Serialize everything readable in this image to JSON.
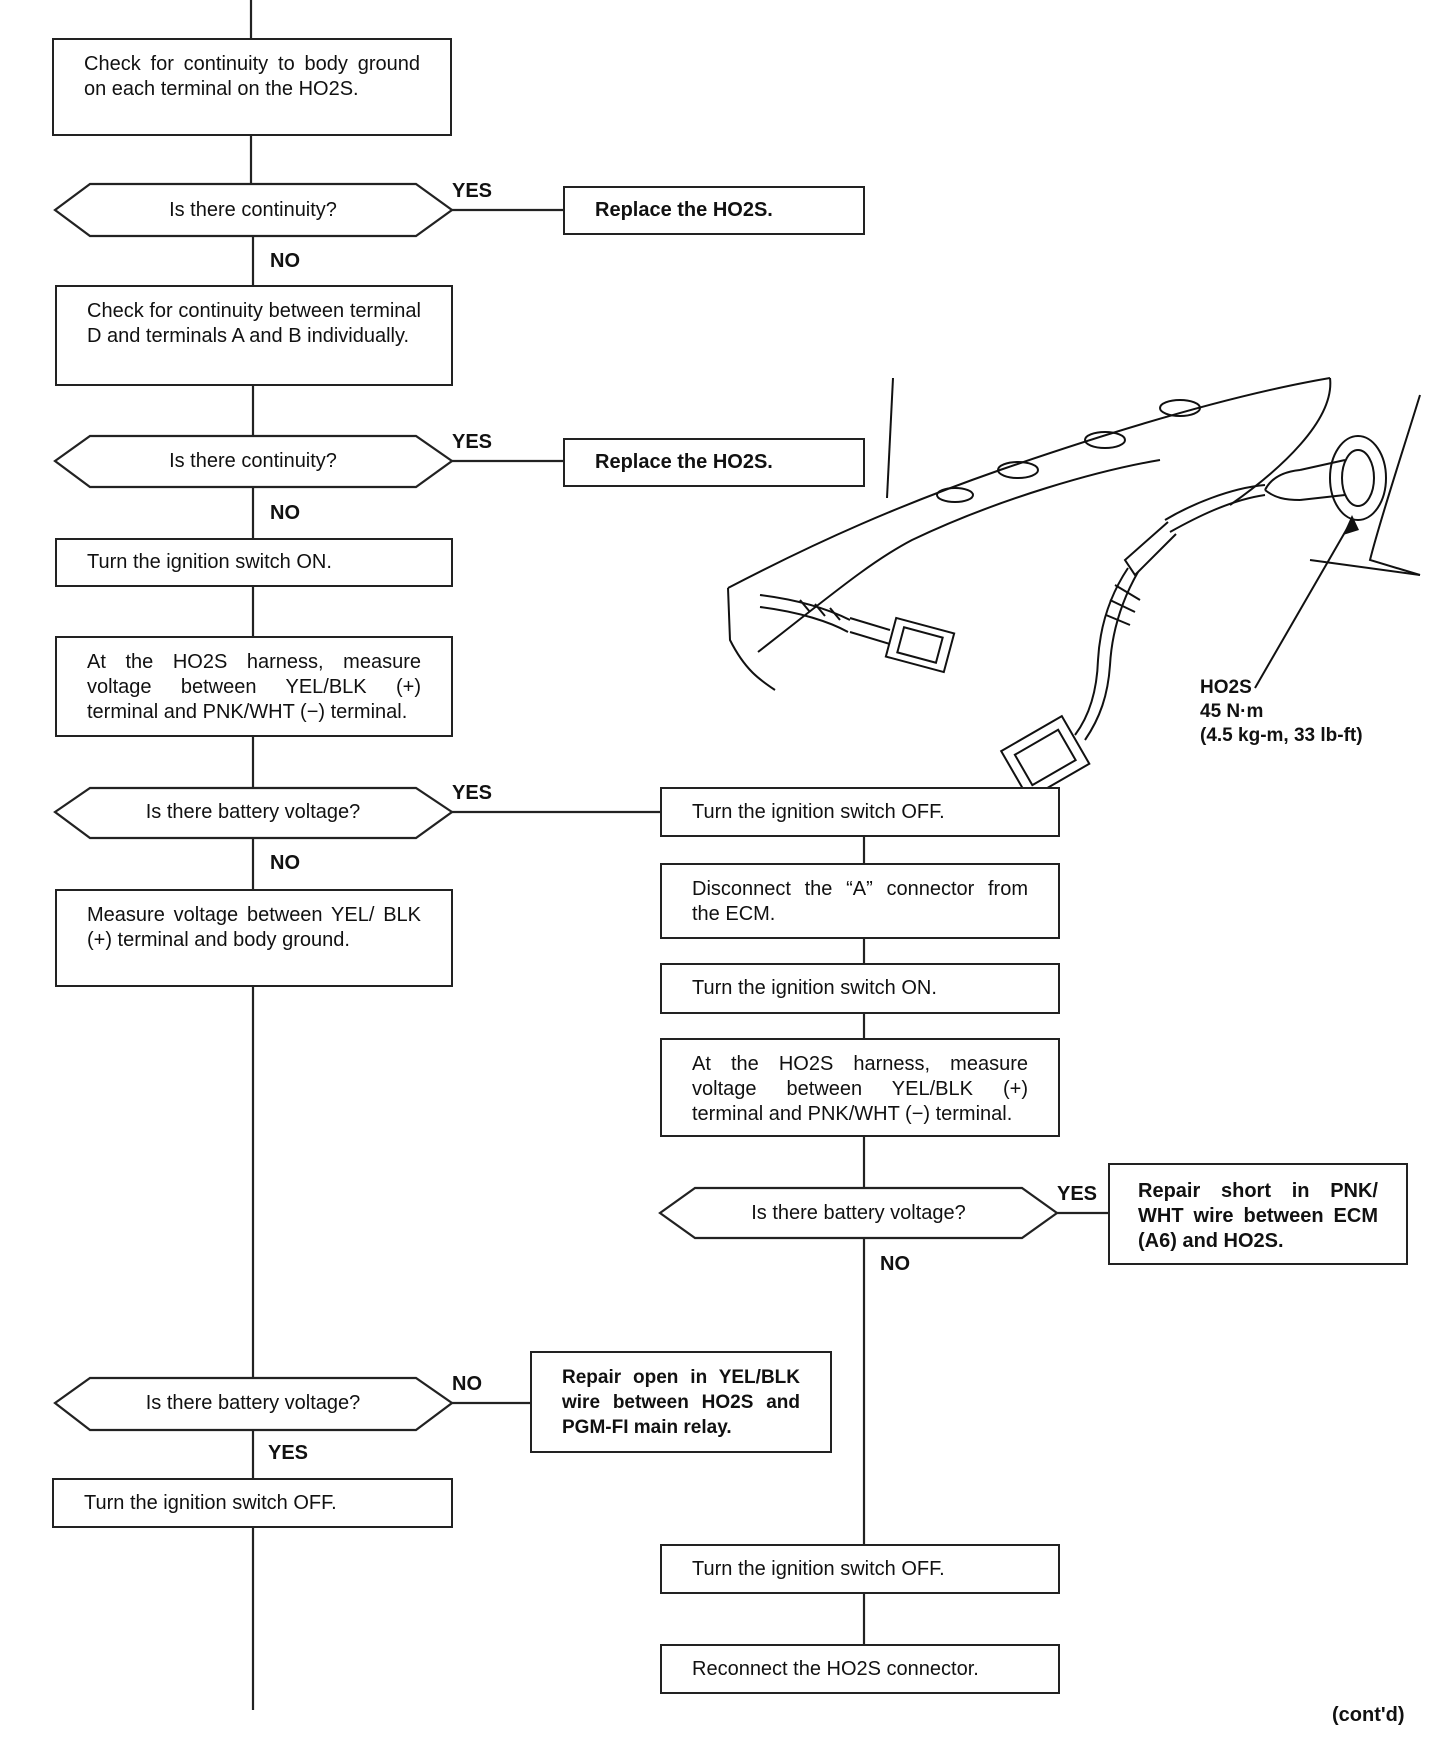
{
  "boxes": {
    "b1": "Check for continuity to body ground on each terminal on the HO2S.",
    "r1": "Replace the HO2S.",
    "b2": "Check for continuity between terminal D and terminals A and B individually.",
    "r2": "Replace the HO2S.",
    "b3": "Turn the ignition switch ON.",
    "b4": "At the HO2S harness, measure voltage between YEL/BLK (+) terminal and PNK/WHT (−) terminal.",
    "b5": "Measure voltage between YEL/ BLK (+) terminal and body ground.",
    "b6": "Turn the ignition switch OFF.",
    "c1": "Turn the ignition switch OFF.",
    "c2": "Disconnect the “A” connector from the ECM.",
    "c3": "Turn the ignition switch ON.",
    "c4": "At the HO2S harness, measure voltage between YEL/BLK (+) terminal and PNK/WHT (−) terminal.",
    "c5": "Turn the ignition switch OFF.",
    "c6": "Reconnect the HO2S connector.",
    "r3": "Repair short in PNK/ WHT wire between ECM (A6) and HO2S.",
    "r4": "Repair open in YEL/BLK wire between HO2S and PGM-FI main relay."
  },
  "decisions": {
    "d1": "Is there continuity?",
    "d2": "Is there continuity?",
    "d3": "Is there battery voltage?",
    "d4": "Is there battery voltage?",
    "d5": "Is there battery voltage?"
  },
  "labels": {
    "yes": "YES",
    "no": "NO"
  },
  "callout": {
    "part": "HO2S",
    "torque": "45 N·m",
    "torque_alt": "(4.5 kg-m, 33 lb-ft)"
  },
  "footer": "(cont'd)"
}
